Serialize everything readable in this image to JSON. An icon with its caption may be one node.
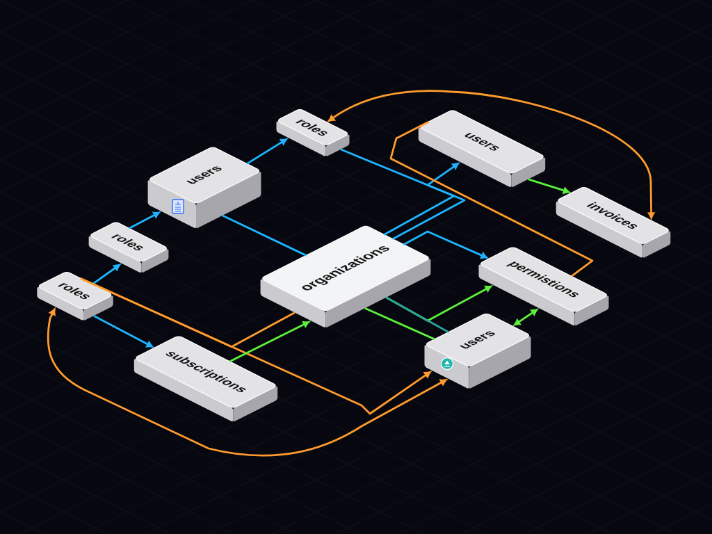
{
  "diagram": {
    "nodes": [
      {
        "text": [
          "roles"
        ]
      },
      {
        "text": [
          "users"
        ]
      },
      {
        "text": [
          "users"
        ]
      },
      {
        "text": [
          "invoices"
        ]
      },
      {
        "text": [
          "roles"
        ]
      },
      {
        "text": [
          "organizations"
        ]
      },
      {
        "text": [
          "permistions"
        ]
      },
      {
        "text": [
          "roles"
        ]
      },
      {
        "text": [
          "subscriptions"
        ]
      },
      {
        "text": [
          "users"
        ]
      }
    ],
    "edges": [
      {
        "from": 2,
        "to": 0,
        "arrow": "to"
      },
      {
        "from": 4,
        "to": 2,
        "arrow": "to"
      },
      {
        "from": 7,
        "to": 4,
        "arrow": "to"
      },
      {
        "from": 7,
        "to": 8,
        "arrow": "to"
      },
      {
        "from": 2,
        "to": 5,
        "arrow": "none"
      },
      {
        "from": 0,
        "to": 5,
        "arrow": "none"
      },
      {
        "from": 5,
        "to": 1,
        "arrow": "to"
      },
      {
        "from": 5,
        "to": 6,
        "arrow": "to"
      },
      {
        "from": 1,
        "to": 3,
        "arrow": "to",
        "color": "#5cf03c"
      },
      {
        "from": 0,
        "to": 3,
        "arrow": "both",
        "color": "#ff9b2f"
      },
      {
        "from": 6,
        "to": 1,
        "arrow": "none",
        "color": "#ff9b2f"
      },
      {
        "from": 7,
        "to": 9,
        "arrow": "both",
        "color": "#ff9b2f"
      },
      {
        "from": 7,
        "to": 9,
        "arrow": "to",
        "color": "#ff9b2f"
      },
      {
        "from": 7,
        "to": 5,
        "arrow": "none",
        "color": "#ff9b2f"
      },
      {
        "from": 8,
        "to": 5,
        "arrow": "to",
        "color": "#5cf03c"
      },
      {
        "from": 5,
        "to": 9,
        "arrow": "none",
        "color": "#5cf03c"
      },
      {
        "from": 5,
        "to": 6,
        "arrow": "to",
        "color": "#5cf03c"
      },
      {
        "from": 9,
        "to": 6,
        "arrow": "both",
        "color": "#5cf03c"
      },
      {
        "from": 5,
        "to": 9,
        "arrow": "none",
        "color": "#2aa39c"
      }
    ]
  }
}
